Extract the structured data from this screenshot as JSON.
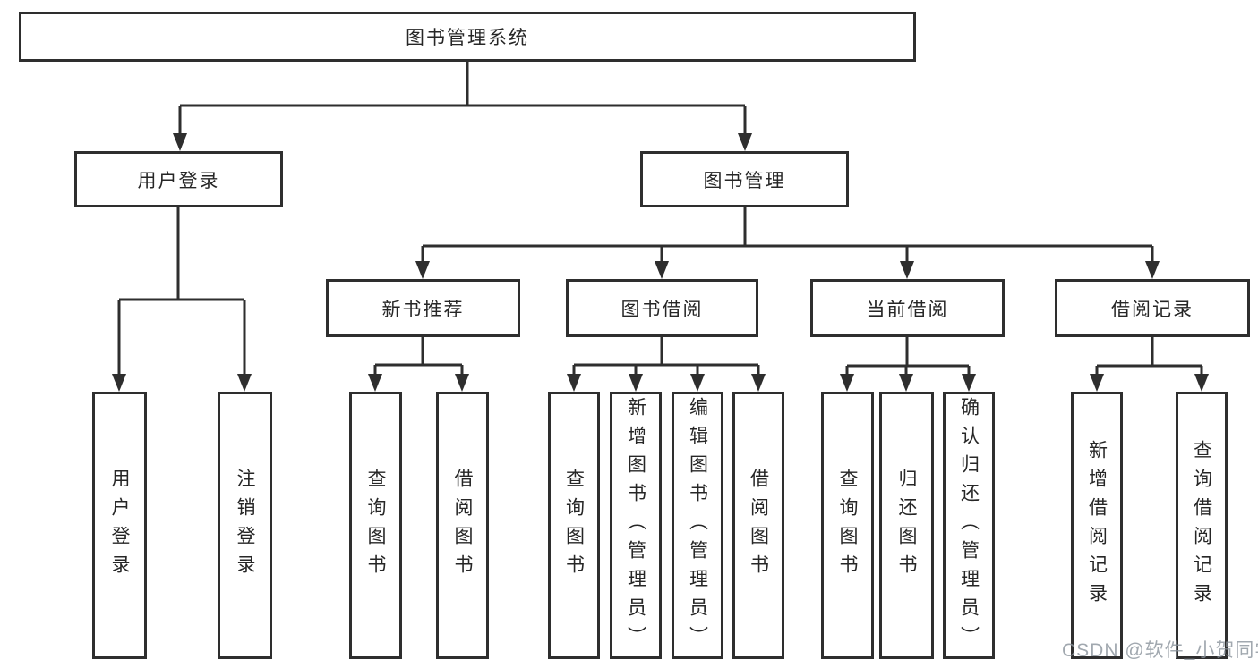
{
  "diagram": {
    "root": {
      "label": "图书管理系统"
    },
    "level2": [
      {
        "label": "用户登录"
      },
      {
        "label": "图书管理"
      }
    ],
    "level3": [
      {
        "label": "新书推荐"
      },
      {
        "label": "图书借阅"
      },
      {
        "label": "当前借阅"
      },
      {
        "label": "借阅记录"
      }
    ],
    "leaves": [
      {
        "label": "用户登录"
      },
      {
        "label": "注销登录"
      },
      {
        "label": "查询图书"
      },
      {
        "label": "借阅图书"
      },
      {
        "label": "查询图书"
      },
      {
        "label": "新增图书（管理员）"
      },
      {
        "label": "编辑图书（管理员）"
      },
      {
        "label": "借阅图书"
      },
      {
        "label": "查询图书"
      },
      {
        "label": "归还图书"
      },
      {
        "label": "确认归还（管理员）"
      },
      {
        "label": "新增借阅记录"
      },
      {
        "label": "查询借阅记录"
      }
    ]
  },
  "watermark": {
    "text": "CSDN @软件_小贺同学"
  },
  "colors": {
    "line": "#2e2e2e",
    "text": "#262626",
    "background": "#ffffff",
    "watermark": "#8a929b"
  }
}
